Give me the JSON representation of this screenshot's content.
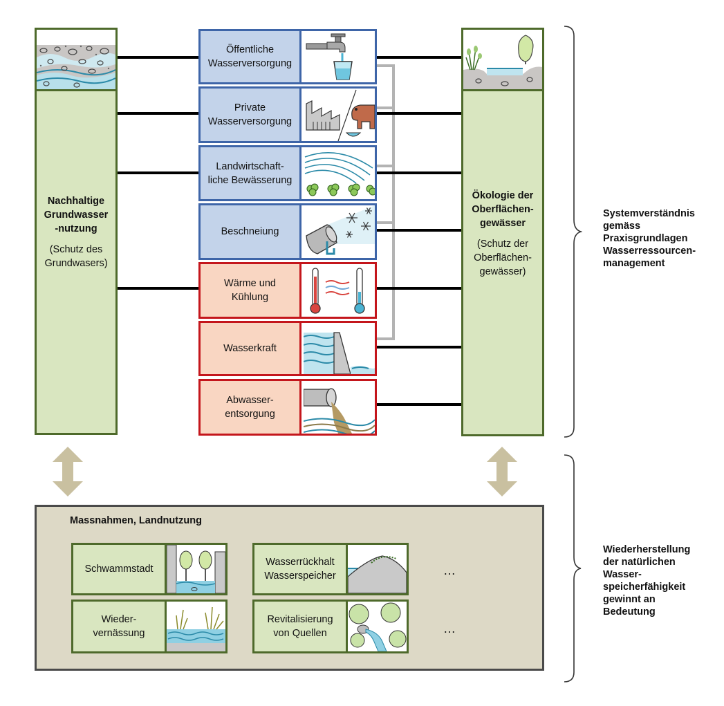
{
  "left_pillar": {
    "title": "Nachhaltige Grundwasser -nutzung",
    "title_lines": [
      "Nachhaltige",
      "Grundwasser",
      "-nutzung"
    ],
    "subtitle_lines": [
      "(Schutz des",
      "Grundwasers)"
    ]
  },
  "right_pillar": {
    "title_lines": [
      "Ökologie der",
      "Oberflächen-",
      "gewässer"
    ],
    "subtitle_lines": [
      "(Schutz der",
      "Oberflächen-",
      "gewässer)"
    ]
  },
  "uses": [
    {
      "lines": [
        "Öffentliche",
        "Wasserversorgung"
      ],
      "category": "blue",
      "icon": "faucet-glass-icon"
    },
    {
      "lines": [
        "Private",
        "Wasserversorgung"
      ],
      "category": "blue",
      "icon": "factory-cow-icon"
    },
    {
      "lines": [
        "Landwirtschaft-",
        "liche Bewässerung"
      ],
      "category": "blue",
      "icon": "irrigation-sprinkler-icon"
    },
    {
      "lines": [
        "Beschneiung"
      ],
      "category": "blue",
      "icon": "snow-cannon-icon"
    },
    {
      "lines": [
        "Wärme und",
        "Kühlung"
      ],
      "category": "red",
      "icon": "thermometer-icon"
    },
    {
      "lines": [
        "Wasserkraft"
      ],
      "category": "red",
      "icon": "dam-icon"
    },
    {
      "lines": [
        "Abwasser-",
        "entsorgung"
      ],
      "category": "red",
      "icon": "outfall-pipe-icon"
    }
  ],
  "measures": {
    "title": "Massnahmen, Landnutzung",
    "items": [
      {
        "lines": [
          "Schwammstadt"
        ],
        "icon": "sponge-city-icon"
      },
      {
        "lines": [
          "Wasserrückhalt",
          "Wasserspeicher"
        ],
        "icon": "reservoir-icon"
      },
      {
        "lines": [
          "Wieder-",
          "vernässung"
        ],
        "icon": "rewetting-icon"
      },
      {
        "lines": [
          "Revitalisierung",
          "von Quellen"
        ],
        "icon": "spring-revitalization-icon"
      }
    ],
    "ellipsis": [
      "…",
      "…"
    ]
  },
  "side_notes": {
    "top_lines": [
      "Systemverständnis",
      "gemäss",
      "Praxisgrundlagen",
      "Wasserressourcen-",
      "management"
    ],
    "bottom_lines": [
      "Wiederherstellung",
      "der natürlichen",
      "Wasser-",
      "speicherfähigkeit",
      "gewinnt an",
      "Bedeutung"
    ]
  },
  "colors": {
    "pillar_fill": "#d9e6c0",
    "pillar_border": "#4e6a2b",
    "blue_border": "#3e65a8",
    "blue_fill": "#c3d3ea",
    "red_border": "#c4161c",
    "red_fill": "#f9d6c2",
    "measures_fill": "#ddd9c6",
    "arrow": "#c9c0a0"
  }
}
